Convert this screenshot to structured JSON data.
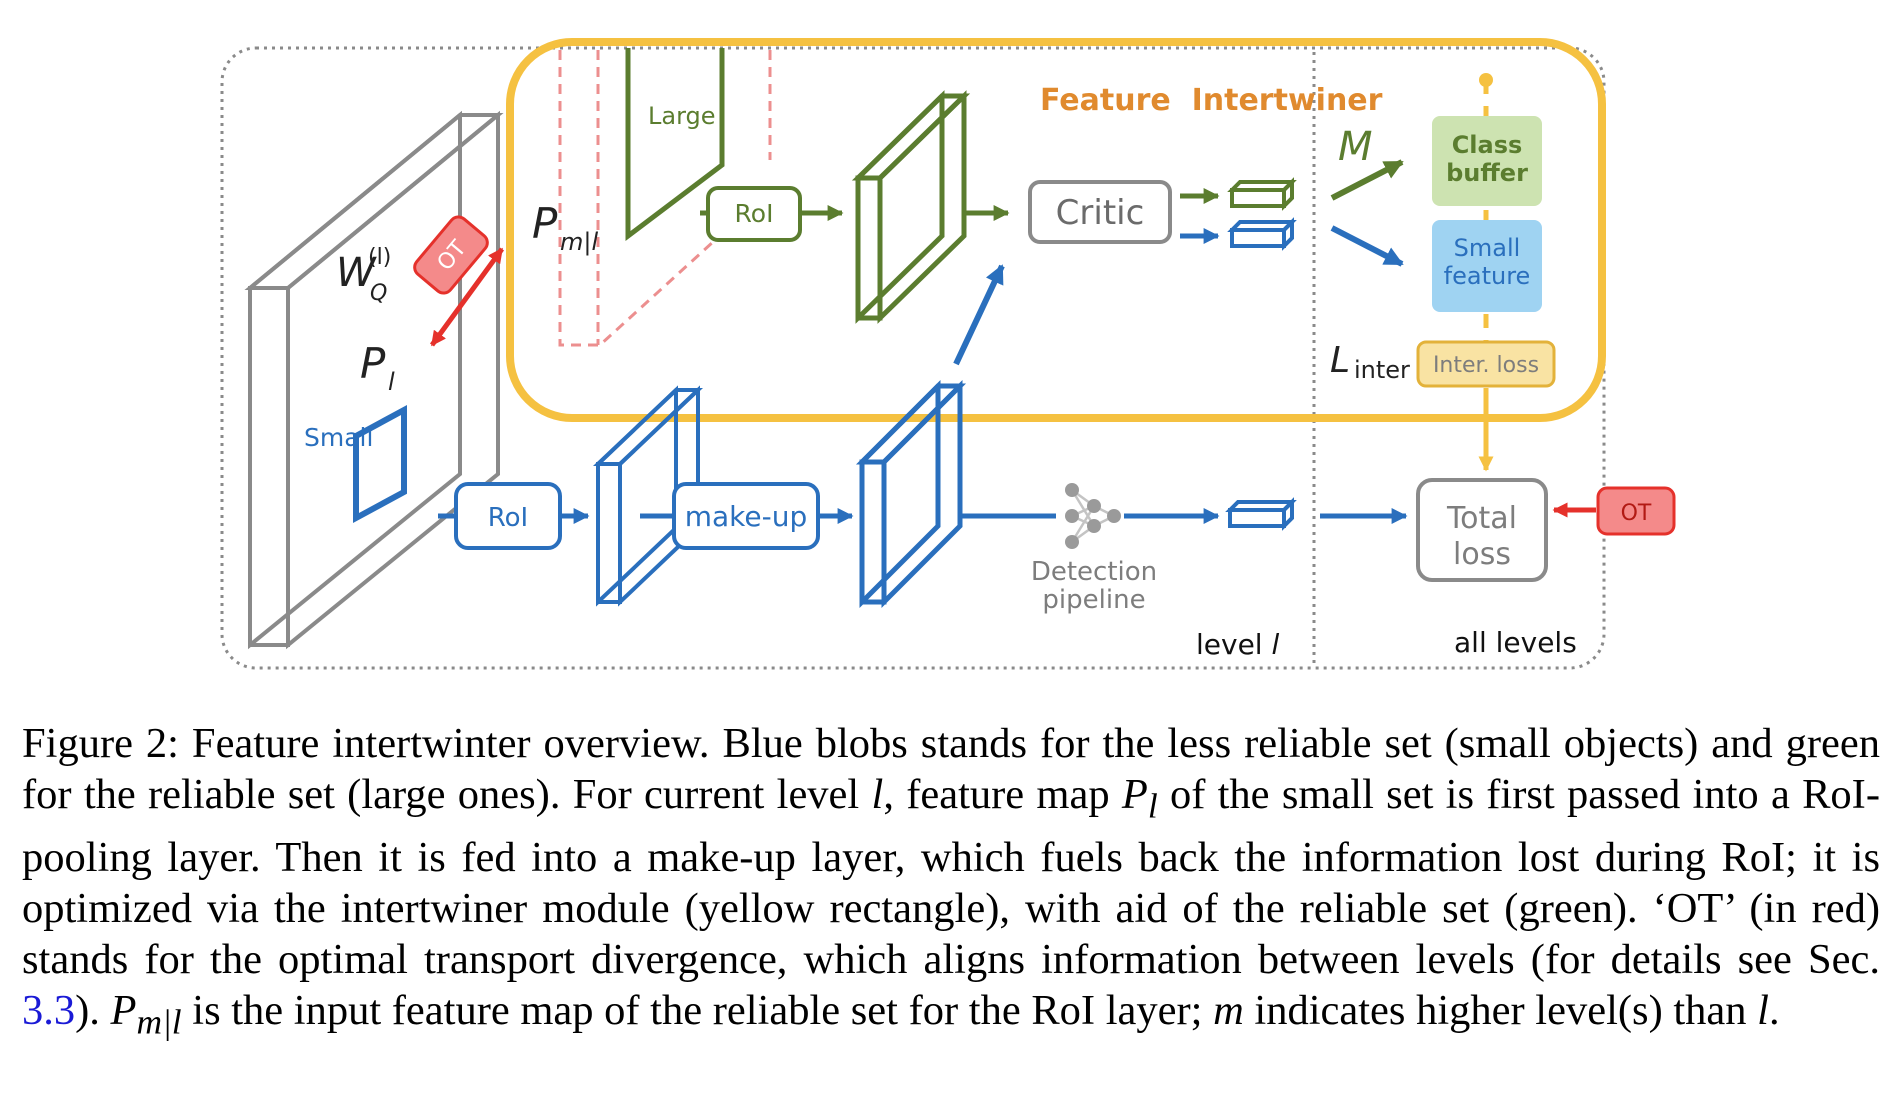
{
  "colors": {
    "green": "#5b7d2f",
    "blue": "#2a6fbd",
    "orange": "#e08a2e",
    "yellow": "#f5c141",
    "red": "#e5312b",
    "gray": "#7d7d7d"
  },
  "diagram": {
    "title": "Feature  Intertwiner",
    "large_label": "Large",
    "small_label": "Small",
    "roi_green": "RoI",
    "roi_blue": "RoI",
    "makeup": "make-up",
    "critic": "Critic",
    "class_buffer_line1": "Class",
    "class_buffer_line2": "buffer",
    "small_feature_line1": "Small",
    "small_feature_line2": "feature",
    "inter_loss": "Inter. loss",
    "total_loss_line1": "Total",
    "total_loss_line2": "loss",
    "ot_left": "OT",
    "ot_right": "OT",
    "detection_line1": "Detection",
    "detection_line2": "pipeline",
    "level_l_text": "level ",
    "level_l_var": "l",
    "all_levels": "all levels",
    "m_symbol": "M",
    "w_symbol": "W",
    "w_sup": "(l)",
    "w_sub": "Q",
    "p_l_main": "P",
    "p_l_sub": "l",
    "p_ml_main": "P",
    "p_ml_sub": "m|l",
    "l_inter_main": "L",
    "l_inter_sub": "inter"
  },
  "caption": {
    "p1": "Figure 2: Feature intertwinter overview. Blue blobs stands for the less reliable set (small objects) and green for the reliable set (large ones). For current level ",
    "v1": "l",
    "p2": ", feature map ",
    "v2_main": "P",
    "v2_sub": "l",
    "p3": " of the small set is first passed into a RoI-pooling layer. Then it is fed into a make-up layer, which fuels back the information lost during RoI; it is optimized via the intertwiner module (yellow rectangle), with aid of the reliable set (green). ‘OT’ (in red) stands for the optimal transport divergence, which aligns information between levels (for details see Sec. ",
    "ref": "3.3",
    "p4": "). ",
    "v3_main": "P",
    "v3_sub": "m|l",
    "p5": " is the input feature map of the reliable set for the RoI layer; ",
    "v4": "m",
    "p6": " indicates higher level(s) than ",
    "v5": "l",
    "p7": "."
  }
}
